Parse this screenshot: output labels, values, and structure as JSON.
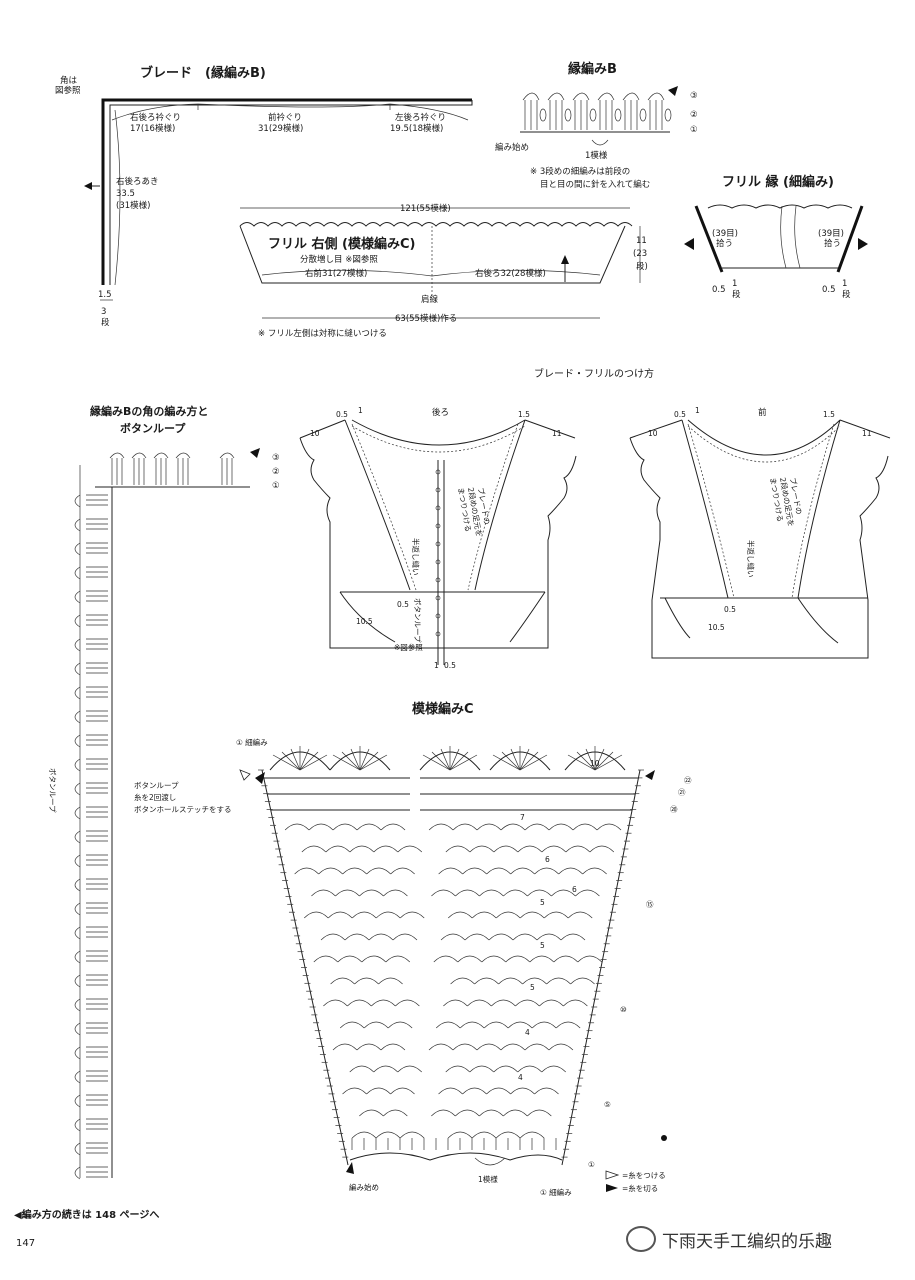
{
  "braid": {
    "title": "ブレード　(縁編みB)",
    "corner_note_1": "角は",
    "corner_note_2": "図参照",
    "seg1_1": "右後ろ衿ぐり",
    "seg1_2": "17(16模様)",
    "seg2_1": "前衿ぐり",
    "seg2_2": "31(29模様)",
    "seg3_1": "左後ろ衿ぐり",
    "seg3_2": "19.5(18模様)",
    "left_1": "右後ろあき",
    "left_2": "33.5",
    "left_3": "(31模様)",
    "w_1": "1.5",
    "w_2": "3",
    "w_3": "段"
  },
  "edging_b": {
    "title": "縁編みB",
    "row3": "③",
    "row2": "②",
    "row1": "①",
    "start": "編み始め",
    "repeat": "1模様",
    "note_1": "※ 3段めの細編みは前段の",
    "note_2": "目と目の間に針を入れて編む"
  },
  "frill_right": {
    "width_label": "121(55模様)",
    "title": "フリル 右側 (模様編みC)",
    "sub": "分散増し目 ※図参照",
    "front": "右前31(27模様)",
    "back": "右後ろ32(28模様)",
    "h_1": "11",
    "h_2": "(23",
    "h_3": "段)",
    "shoulder": "肩線",
    "bottom": "63(55模様)作る",
    "note": "※ フリル左側は対称に縫いつける"
  },
  "frill_edge": {
    "title": "フリル 縁 (細編み)",
    "pick_1": "(39目)",
    "pick_2": "拾う",
    "w_1": "0.5",
    "w_2": "1",
    "w_3": "段"
  },
  "attach": {
    "title": "ブレード・フリルのつけ方",
    "back": "後ろ",
    "front": "前",
    "n10": "10",
    "n05": "0.5",
    "n1": "1",
    "n15": "1.5",
    "n11": "11",
    "n105": "10.5",
    "sew_1": "ブレードの",
    "sew_2": "2段めの足元を",
    "sew_3": "まつりつける",
    "half_1": "半返し縫い",
    "loop": "ボタンループ",
    "ref": "※図参照"
  },
  "corner": {
    "title_1": "縁編みBの角の編み方と",
    "title_2": "ボタンループ",
    "side_label": "ボタンループ",
    "note_1": "ボタンループ",
    "note_2": "糸を2回渡し",
    "note_3": "ボタンホールステッチをする"
  },
  "pattern_c": {
    "title": "模様編みC",
    "top_start": "① 細編み",
    "r10": "10",
    "r7": "7",
    "r6": "6",
    "r5": "5",
    "r4": "4",
    "c22": "㉒",
    "c21": "㉑",
    "c20": "⑳",
    "c15": "⑮",
    "c10": "⑩",
    "c5": "⑤",
    "c1": "①",
    "start": "編み始め",
    "repeat": "1模様",
    "bottom_1": "① 細編み",
    "legend_attach": "=糸をつける",
    "legend_cut": "=糸を切る"
  },
  "footer": {
    "continued": "◀編み方の続きは 148 ページへ",
    "page": "147",
    "watermark": "下雨天手工编织的乐趣"
  }
}
